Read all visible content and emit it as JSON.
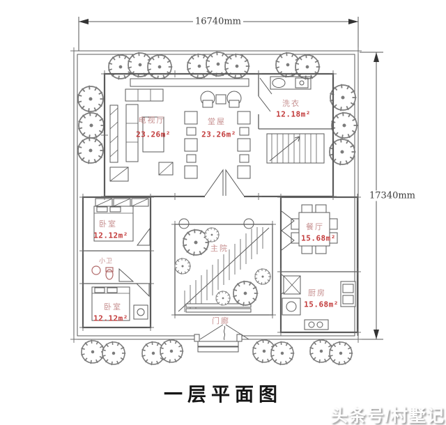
{
  "drawing": {
    "title": "一层平面图",
    "watermark": "头条号/村墅记",
    "dimensions": {
      "width": "16740mm",
      "height": "17340mm"
    },
    "rooms": {
      "tv_hall": {
        "name": "电视厅",
        "area": "23.26m²"
      },
      "main_hall": {
        "name": "堂屋",
        "area": "23.26m²"
      },
      "laundry": {
        "name": "洗衣",
        "area": "12.18m²"
      },
      "bedroom_top": {
        "name": "卧室",
        "area": "12.12m²"
      },
      "small_bath": {
        "name": "小卫"
      },
      "bedroom_bottom": {
        "name": "卧室",
        "area": "12.12m²"
      },
      "dining": {
        "name": "餐厅",
        "area": "15.68m²"
      },
      "kitchen": {
        "name": "厨房",
        "area": "15.68m²"
      },
      "courtyard": {
        "name": "主院"
      },
      "porch": {
        "name": "门廊"
      }
    },
    "colors": {
      "area_text": "#c23a3a",
      "room_label": "#c79191",
      "fixture": "#b06868",
      "line": "#5a5a5a"
    }
  }
}
